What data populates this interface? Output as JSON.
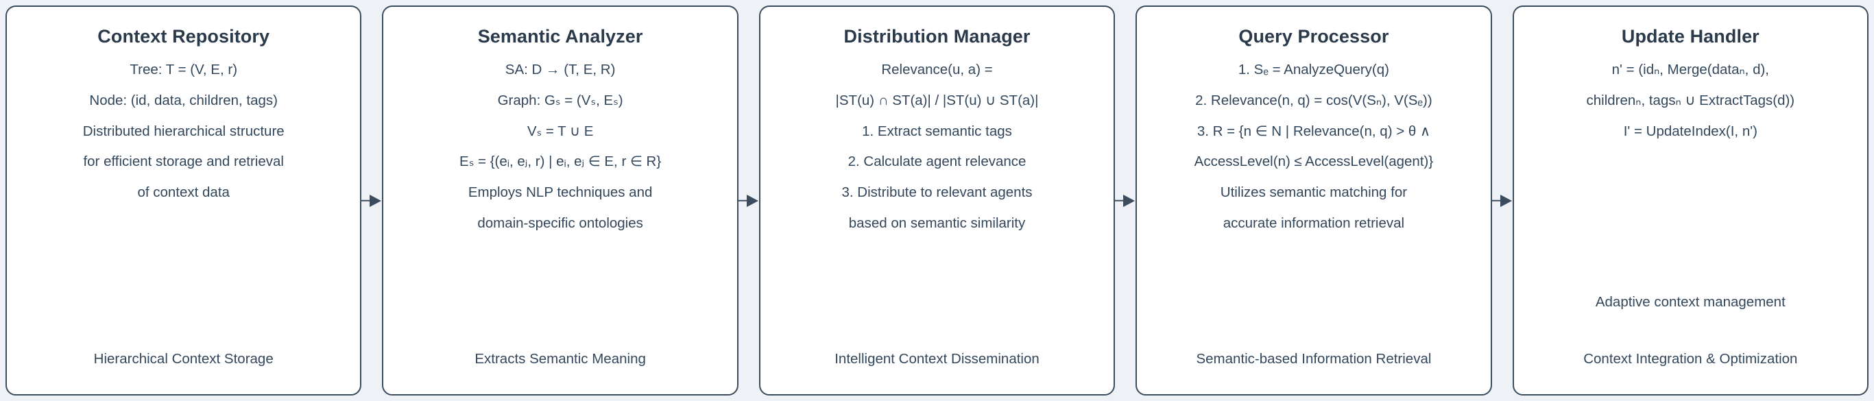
{
  "diagram": {
    "type": "horizontal-flow",
    "background_color": "#eef1f5",
    "box_fill_color": "#ffffff",
    "box_border_color": "#3b4c5e",
    "text_color": "#33475c",
    "title_color": "#2b3a4a",
    "arrow_color": "#3b4c5e",
    "nodes": [
      {
        "title": "Context Repository",
        "lines": [
          "Tree: T = (V, E, r)",
          "Node: (id, data, children, tags)",
          "Distributed hierarchical structure",
          "for efficient storage and retrieval",
          "of context data"
        ],
        "caption": "Hierarchical Context Storage"
      },
      {
        "title": "Semantic Analyzer",
        "lines": [
          "SA: D → (T, E, R)",
          "Graph: Gₛ = (Vₛ, Eₛ)",
          "Vₛ = T ∪ E",
          "Eₛ = {(eᵢ, eⱼ, r) | eᵢ, eⱼ ∈ E, r ∈ R}",
          "Employs NLP techniques and",
          "domain-specific ontologies"
        ],
        "caption": "Extracts Semantic Meaning"
      },
      {
        "title": "Distribution Manager",
        "lines": [
          "Relevance(u, a) =",
          "|ST(u) ∩ ST(a)| / |ST(u) ∪ ST(a)|",
          "1. Extract semantic tags",
          "2. Calculate agent relevance",
          "3. Distribute to relevant agents",
          "based on semantic similarity"
        ],
        "caption": "Intelligent Context Dissemination"
      },
      {
        "title": "Query Processor",
        "lines": [
          "1. Sₑ = AnalyzeQuery(q)",
          "2. Relevance(n, q) = cos(V(Sₙ), V(Sₑ))",
          "3. R = {n ∈ N | Relevance(n, q) > θ ∧",
          "AccessLevel(n) ≤ AccessLevel(agent)}",
          "Utilizes semantic matching for",
          "accurate information retrieval"
        ],
        "caption": "Semantic-based Information Retrieval"
      },
      {
        "title": "Update Handler",
        "lines": [
          "n' = (idₙ, Merge(dataₙ, d),",
          "childrenₙ, tagsₙ ∪ ExtractTags(d))",
          "I' = UpdateIndex(I, n')"
        ],
        "caption_extra": "Adaptive context management",
        "caption": "Context Integration & Optimization"
      }
    ]
  }
}
